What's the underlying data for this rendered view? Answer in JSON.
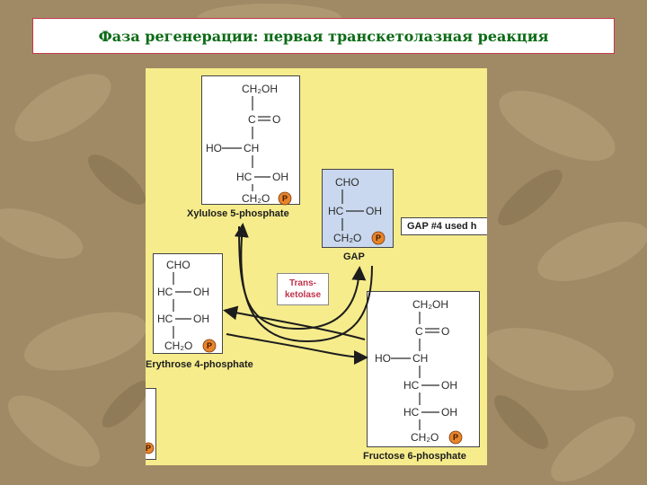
{
  "title": "Фаза регенерации: первая транскетолазная реакция",
  "molecules": {
    "xylulose": {
      "name": "Xylulose 5-phosphate",
      "atoms": [
        "CH₂OH",
        "C",
        "O",
        "HO",
        "CH",
        "HC",
        "OH",
        "CH₂O"
      ]
    },
    "gap": {
      "name": "GAP",
      "atoms": [
        "CHO",
        "HC",
        "OH",
        "CH₂O"
      ]
    },
    "erythrose": {
      "name": "Erythrose 4-phosphate",
      "atoms": [
        "CHO",
        "HC",
        "OH",
        "HC",
        "OH",
        "CH₂O"
      ]
    },
    "fructose": {
      "name": "Fructose 6-phosphate",
      "atoms": [
        "CH₂OH",
        "C",
        "O",
        "HO",
        "CH",
        "HC",
        "OH",
        "HC",
        "OH",
        "CH₂O"
      ]
    }
  },
  "phosphate_symbol": "P",
  "enzyme": {
    "line1": "Trans-",
    "line2": "ketolase"
  },
  "gap_note": "GAP #4 used h",
  "fragment_text": "P",
  "colors": {
    "panel": "#f6ec8c",
    "gap_box": "#c9d8ee",
    "phosphate": "#e8842a",
    "title": "#0c6b16"
  }
}
